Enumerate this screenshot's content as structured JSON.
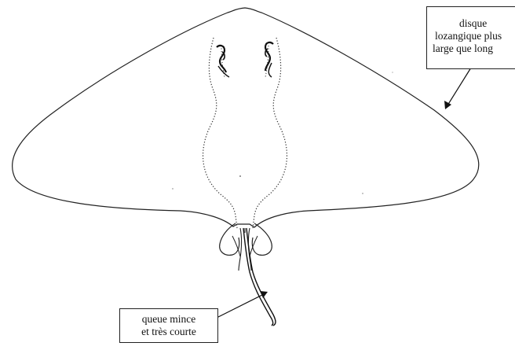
{
  "labels": {
    "disc": {
      "line1": "disque",
      "line2": "lozangique plus",
      "line3": "large que long"
    },
    "tail": {
      "line1": "queue mince",
      "line2": "et très courte"
    }
  },
  "colors": {
    "stroke": "#222222",
    "background": "#ffffff"
  }
}
